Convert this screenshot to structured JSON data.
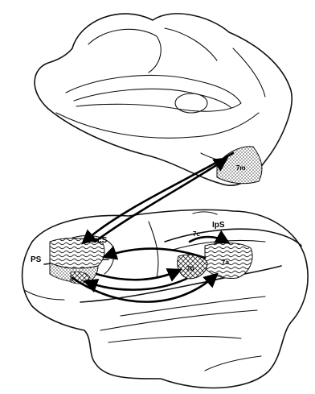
{
  "labels": {
    "area_7m": "7m",
    "arcuate_sulcus": "ArcS",
    "principal_sulcus": "PS",
    "intraparietal_sulcus": "IpS",
    "area_7c": "7c",
    "area_7a": "7a",
    "area_7b": "7b"
  },
  "colors": {
    "ink": "#111111",
    "background": "#ffffff"
  }
}
